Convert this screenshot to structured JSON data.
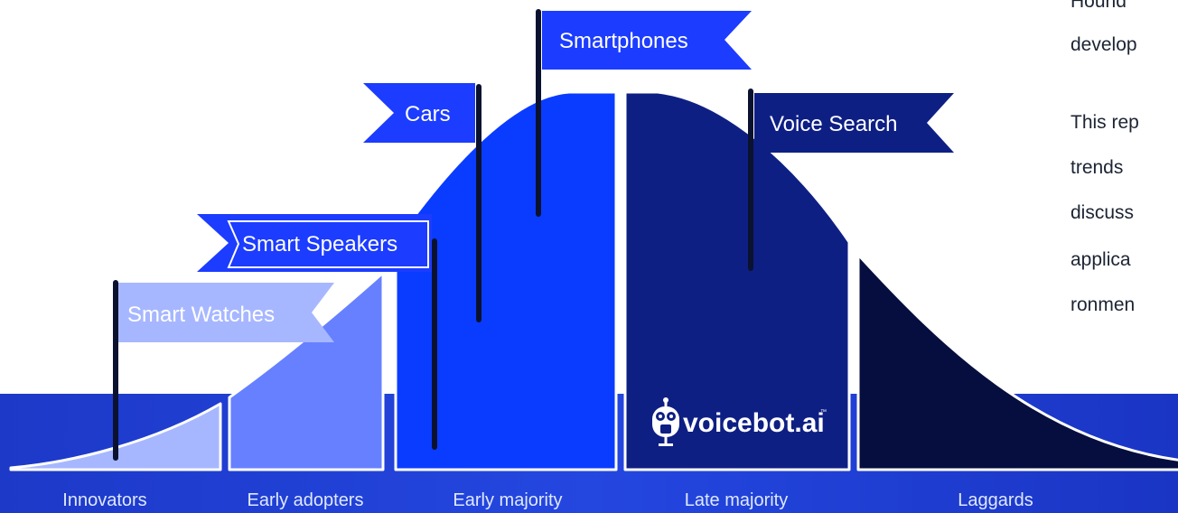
{
  "segments": [
    {
      "label": "Innovators",
      "color": "#a7b7ff"
    },
    {
      "label": "Early adopters",
      "color": "#6680ff"
    },
    {
      "label": "Early majority",
      "color": "#0a3cff"
    },
    {
      "label": "Late majority",
      "color": "#0e1f84"
    },
    {
      "label": "Laggards",
      "color": "#050e3e"
    }
  ],
  "flags": [
    {
      "label": "Smart Watches",
      "color": "#a7b7ff"
    },
    {
      "label": "Smart Speakers",
      "color": "#1c3cff"
    },
    {
      "label": "Cars",
      "color": "#1c3cff"
    },
    {
      "label": "Smartphones",
      "color": "#1c3cff"
    },
    {
      "label": "Voice Search",
      "color": "#0e1f84"
    }
  ],
  "logo": {
    "text": "voicebot.ai",
    "tm": "™"
  },
  "side_text": [
    "Hound",
    "develop",
    "This rep",
    "trends",
    "discuss",
    "applica",
    "ronmen"
  ],
  "colors": {
    "band": "#1f3bd6",
    "pole": "#0b1230"
  }
}
